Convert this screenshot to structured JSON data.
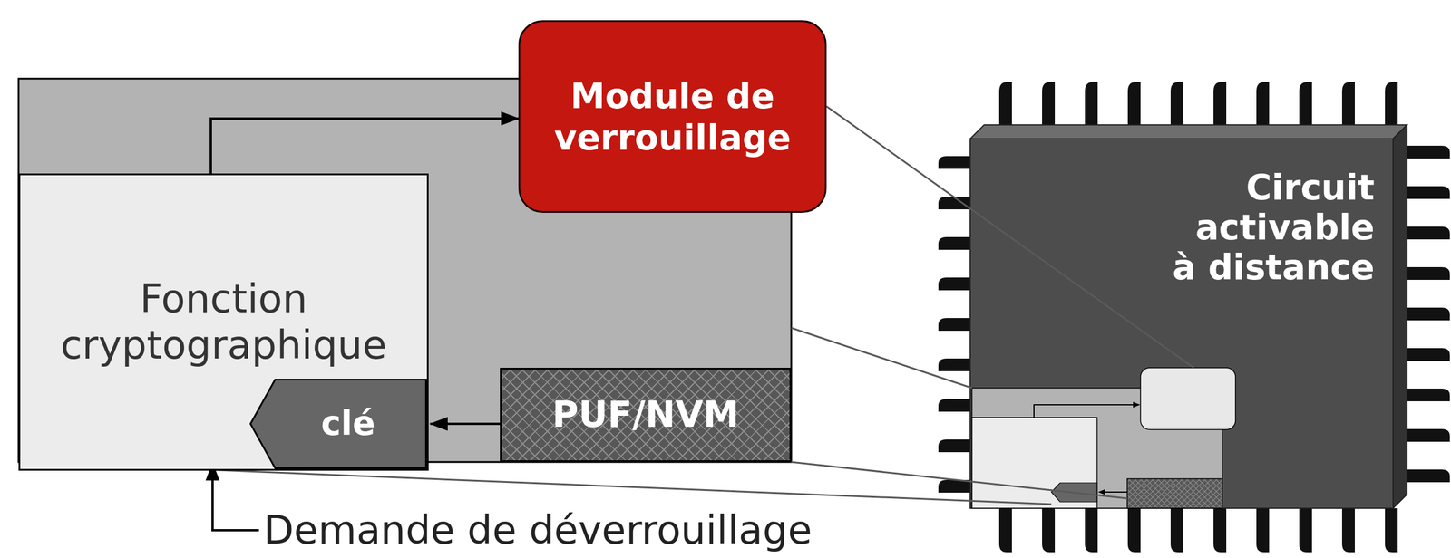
{
  "diagram": {
    "nodes": [
      {
        "text": [
          "Module de verrouillage"
        ]
      },
      {
        "text": [
          "Fonction cryptographique"
        ]
      },
      {
        "text": [
          "clé"
        ],
        "in": 1
      },
      {
        "text": [
          "PUF/NVM"
        ]
      },
      {
        "text": [
          "Circuit activable à distance"
        ]
      }
    ],
    "edges": [
      {
        "from": 1,
        "to": 0,
        "arrow": "to"
      },
      {
        "from": 3,
        "to": 2,
        "arrow": "to"
      }
    ],
    "labels": [
      "Demande de déverrouillage"
    ]
  }
}
